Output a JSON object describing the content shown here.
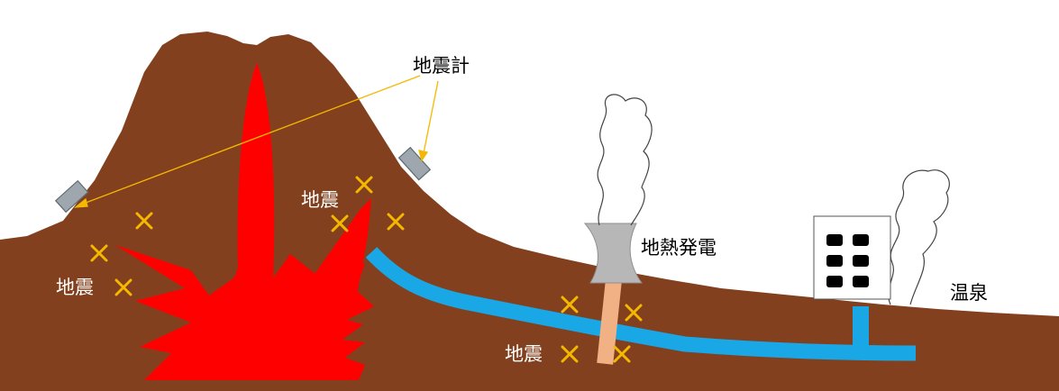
{
  "labels": {
    "seismometer": "地震計",
    "earthquake": "地震",
    "geothermal_plant": "地熱発電",
    "hot_spring": "温泉"
  },
  "colors": {
    "ground": "#83401e",
    "magma": "#ff0000",
    "water": "#1aa7e6",
    "quake_mark": "#f5b800",
    "well_pipe": "#f2b184",
    "cooling_tower": "#b7b7b7",
    "seismometer": "#9ea7ad",
    "pointer_line": "#f5b800"
  },
  "icons": [
    "quake-x-icon",
    "seismometer-icon",
    "smoke-plume-icon",
    "window-icon"
  ]
}
